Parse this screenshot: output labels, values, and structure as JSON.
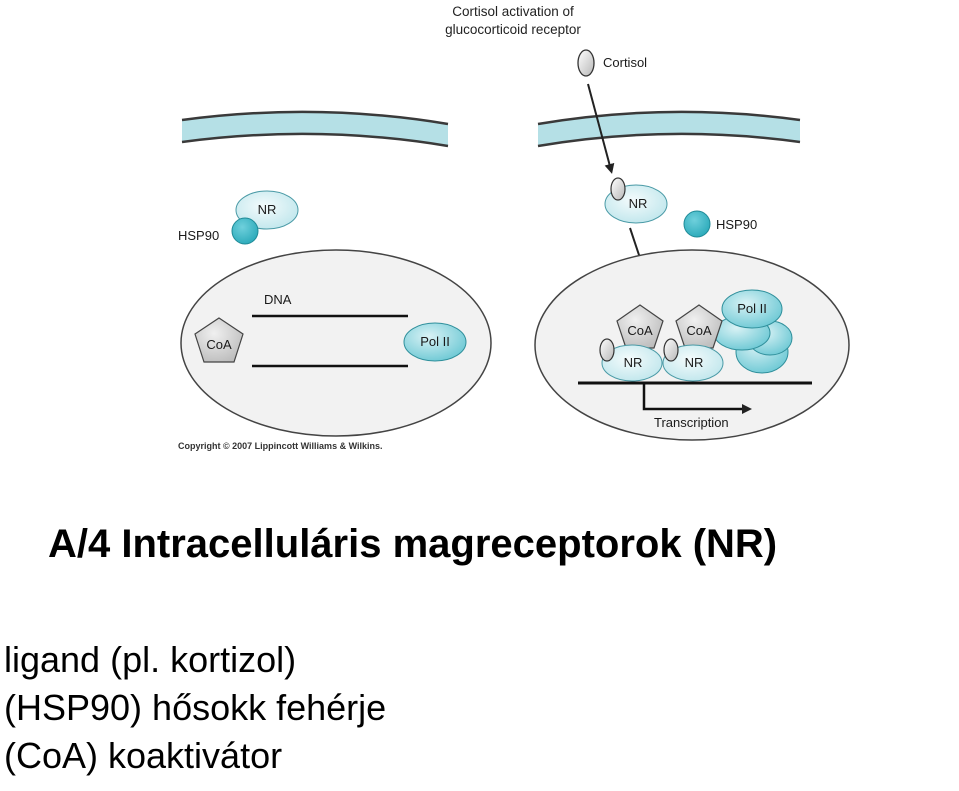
{
  "figure": {
    "title_line1": "Cortisol activation of",
    "title_line2": "glucocorticoid receptor",
    "left_panel": {
      "hsp90": "HSP90",
      "nr": "NR",
      "dna": "DNA",
      "coa": "CoA",
      "pol": "Pol II"
    },
    "right_panel": {
      "cortisol": "Cortisol",
      "nr": "NR",
      "hsp90": "HSP90",
      "coa_1": "CoA",
      "coa_2": "CoA",
      "nr_1": "NR",
      "nr_2": "NR",
      "pol": "Pol II",
      "transcription": "Transcription"
    },
    "copyright": "Copyright © 2007 Lippincott Williams & Wilkins."
  },
  "heading": "A/4 Intracelluláris magreceptorok (NR)",
  "notes": [
    "ligand (pl. kortizol)",
    "(HSP90) hősokk fehérje",
    "(CoA) koaktivátor"
  ],
  "colors": {
    "membrane": "#b5e0e6",
    "receptor_fill": "#d8f1f4",
    "hsp90_fill": "#3db7c6",
    "coa_fill": "#d9d9d9",
    "pol_fill": "#8fd5de",
    "nucleus_fill": "#f2f2f2"
  }
}
